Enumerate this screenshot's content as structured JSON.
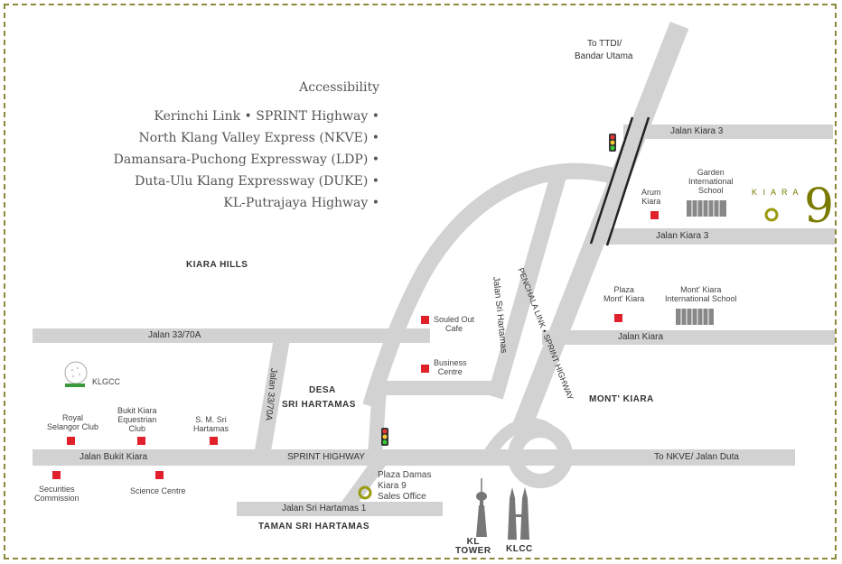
{
  "accessibility": {
    "title": "Accessibility",
    "items": [
      "Kerinchi Link • SPRINT Highway •",
      "North Klang Valley Express (NKVE) •",
      "Damansara-Puchong Expressway (LDP) •",
      "Duta-Ulu Klang Expressway (DUKE) •",
      "KL-Putrajaya Highway •"
    ]
  },
  "roads": {
    "to_ttdi": "To TTDI/",
    "bandar_utama": "Bandar Utama",
    "jalan_kiara_top": "Jalan Kiara 3",
    "jalan_kiara_3": "Jalan Kiara 3",
    "jalan_3370a": "Jalan 33/70A",
    "jalan_kiara": "Jalan Kiara",
    "jalan_bukit_kiara": "Jalan Bukit Kiara",
    "sprint_highway": "SPRINT HIGHWAY",
    "to_nkve": "To NKVE/ Jalan Duta",
    "jalan_sri_hartamas_1": "Jalan Sri Hartamas 1",
    "jalan_sri_hartamas": "Jalan Sri Hartamas",
    "jalan_3370a_vertical": "Jalan 33/70A",
    "penchala_link": "PENCHALA LINK • SPRINT HIGHWAY"
  },
  "areas": {
    "kiara_hills": "KIARA HILLS",
    "desa": "DESA",
    "sri_hartamas": "SRI HARTAMAS",
    "mont_kiara": "MONT' KIARA",
    "taman_sri_hartamas": "TAMAN SRI HARTAMAS"
  },
  "places": {
    "garden_1": "Garden",
    "garden_2": "International",
    "garden_3": "School",
    "arum_1": "Arum",
    "arum_2": "Kiara",
    "plaza_mont_1": "Plaza",
    "plaza_mont_2": "Mont' Kiara",
    "plaza_mont_3": "",
    "mont_kiara_sch_1": "Mont' Kiara",
    "mont_kiara_sch_2": "International School",
    "souled_1": "Souled Out",
    "souled_2": "Cafe",
    "business_1": "Business",
    "business_2": "Centre",
    "klgcc": "KLGCC",
    "royal_1": "Royal",
    "royal_2": "Selangor Club",
    "bukit_1": "Bukit Kiara",
    "bukit_2": "Equestrian",
    "bukit_3": "Club",
    "sm_1": "S. M. Sri",
    "sm_2": "Hartamas",
    "securities_1": "Securities",
    "securities_2": "Commission",
    "science_1": "Science Centre",
    "plaza_damas_1": "Plaza Damas",
    "plaza_damas_2": "Kiara 9",
    "plaza_damas_3": "Sales Office",
    "kl_tower_1": "KL",
    "kl_tower_2": "TOWER",
    "klcc": "KLCC"
  },
  "brand": {
    "name": "K I A R A",
    "numeral": "9",
    "color": "#7a7a00"
  },
  "colors": {
    "road": "#d2d2d2",
    "marker": "#e0202a",
    "office_marker": "#9a9a10",
    "border": "#8a8a3a"
  }
}
